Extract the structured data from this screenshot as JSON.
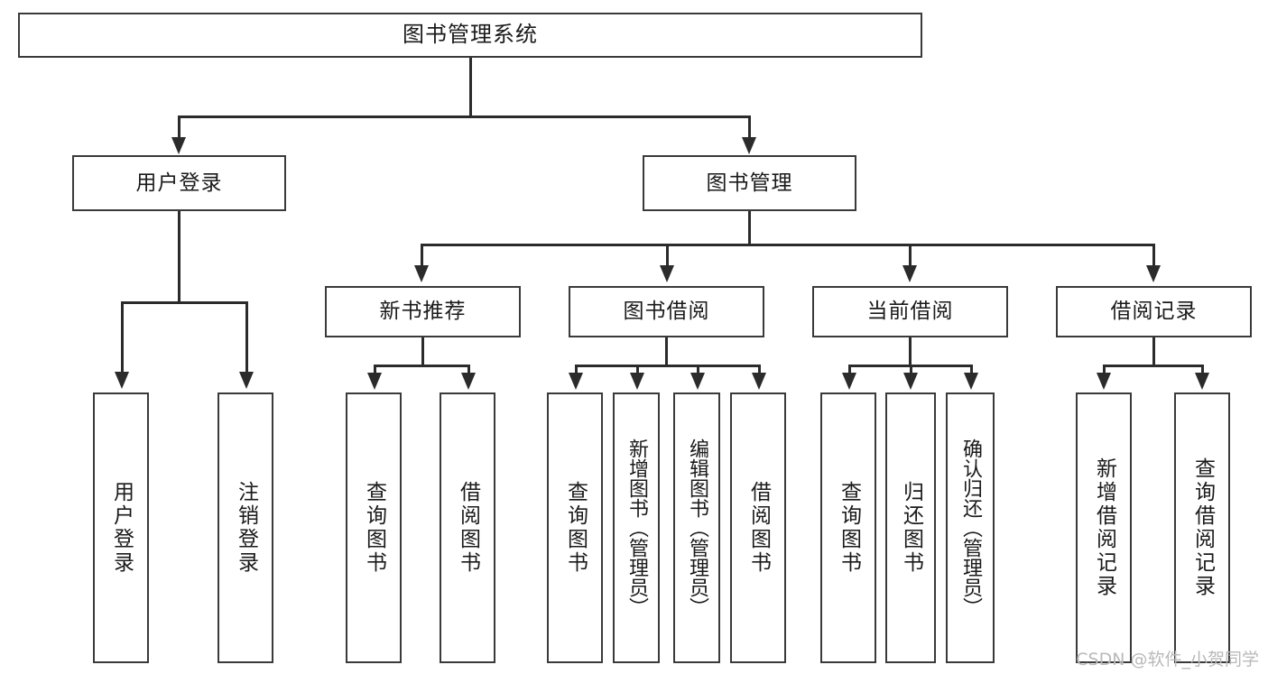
{
  "diagram": {
    "type": "tree-hierarchy",
    "root": {
      "label": "图书管理系统"
    },
    "level2": [
      {
        "label": "用户登录"
      },
      {
        "label": "图书管理"
      }
    ],
    "level3": [
      {
        "label": "新书推荐"
      },
      {
        "label": "图书借阅"
      },
      {
        "label": "当前借阅"
      },
      {
        "label": "借阅记录"
      }
    ],
    "leaves": {
      "user_login": [
        {
          "label": "用户登录"
        },
        {
          "label": "注销登录"
        }
      ],
      "new_book_recommend": [
        {
          "label": "查询图书"
        },
        {
          "label": "借阅图书"
        }
      ],
      "book_borrow": [
        {
          "label": "查询图书"
        },
        {
          "label": "新增图书（管理员）"
        },
        {
          "label": "编辑图书（管理员）"
        },
        {
          "label": "借阅图书"
        }
      ],
      "current_borrow": [
        {
          "label": "查询图书"
        },
        {
          "label": "归还图书"
        },
        {
          "label": "确认归还（管理员）"
        }
      ],
      "borrow_record": [
        {
          "label": "新增借阅记录"
        },
        {
          "label": "查询借阅记录"
        }
      ]
    }
  },
  "watermark": {
    "text": "CSDN @软件_小贺同学"
  },
  "colors": {
    "box_border": "#3a3a3a",
    "connector": "#2b2b2b",
    "text": "#1a1a1a",
    "background": "#ffffff",
    "watermark": "#b9b9b9"
  }
}
